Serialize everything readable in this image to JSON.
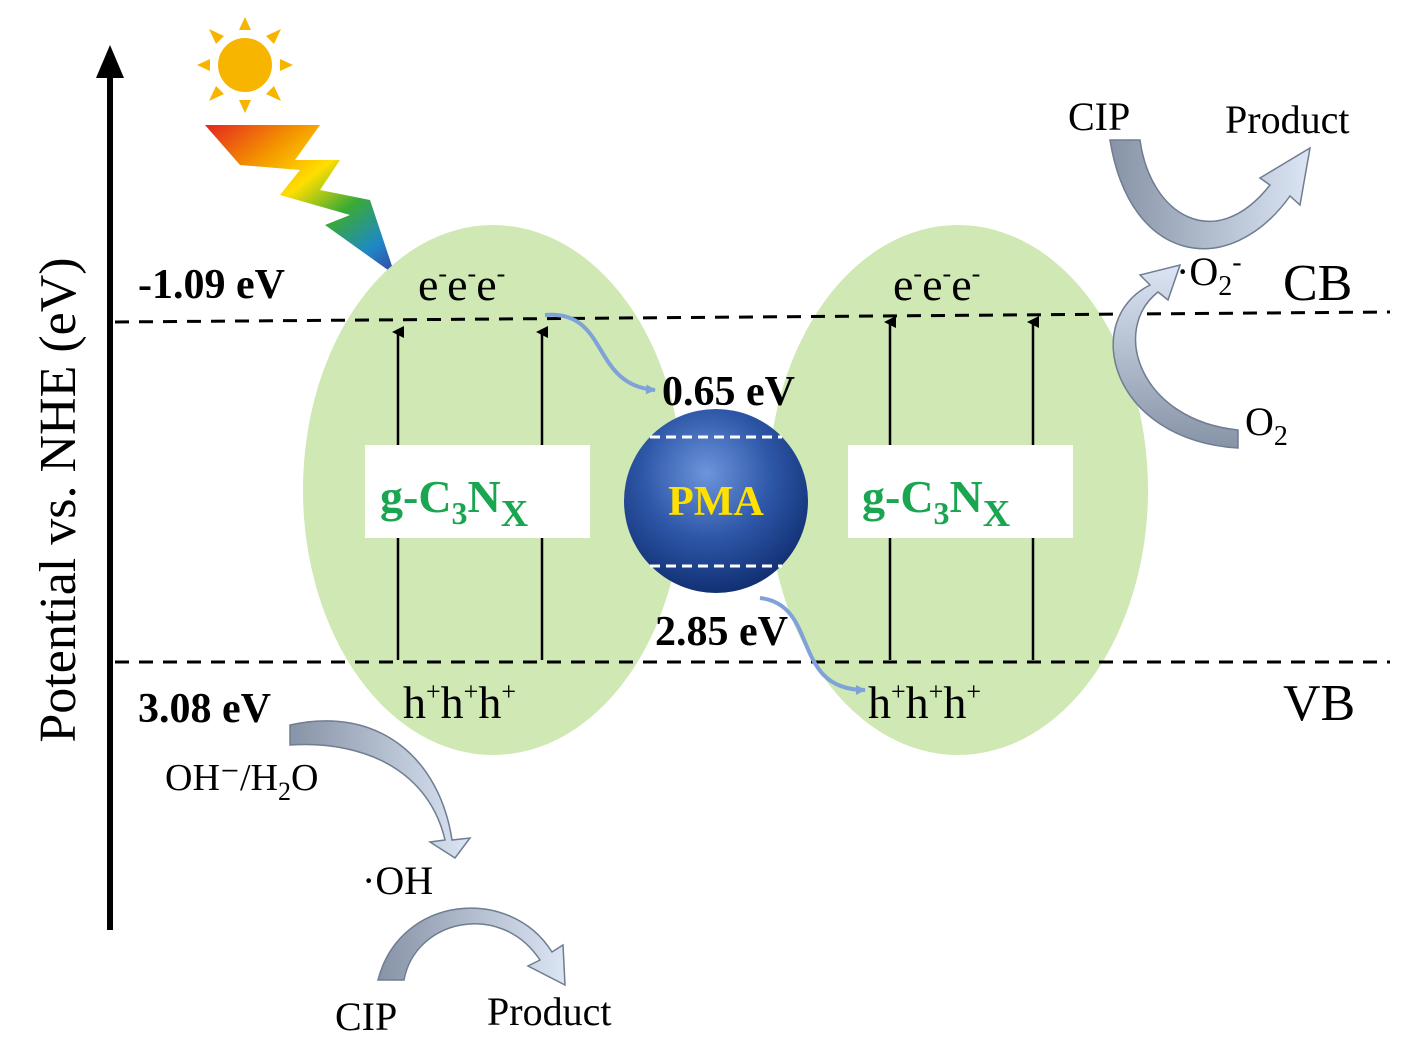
{
  "axis": {
    "ylabel": "Potential vs. NHE (eV)"
  },
  "bands": {
    "cb_label": "CB",
    "vb_label": "VB",
    "cb_potential": "-1.09 eV",
    "vb_potential": "3.08 eV"
  },
  "left_particle": {
    "material": "g-C",
    "sub3": "3",
    "n": "N",
    "subx": "X",
    "electrons": "e e e",
    "holes": "h h h"
  },
  "right_particle": {
    "material": "g-C",
    "sub3": "3",
    "n": "N",
    "subx": "X",
    "electrons": "e e e",
    "holes": "h h h"
  },
  "pma": {
    "label": "PMA",
    "upper_level": "0.65 eV",
    "lower_level": "2.85 eV"
  },
  "reactions": {
    "top_right_reactant": "CIP",
    "top_right_product": "Product",
    "superoxide": "·O",
    "superoxide_sub": "2",
    "superoxide_charge": "-",
    "oxygen": "O",
    "oxygen_sub": "2",
    "hydroxide_couple": "OH⁻/H",
    "hydroxide_sub": "2",
    "hydroxide_tail": "O",
    "hydroxyl_radical": "·OH",
    "bottom_reactant": "CIP",
    "bottom_product": "Product"
  },
  "colors": {
    "particle_fill": "#cfe8b4",
    "material_text": "#1aa550",
    "pma_text": "#ffe000",
    "sphere_dark": "#0d2a6b",
    "sphere_light": "#5a86d0",
    "arrow_gray": "#8a96a8",
    "arrow_light": "#c8d6ec",
    "electron_arrow": "#7fa2d8",
    "sun": "#f7b500"
  }
}
